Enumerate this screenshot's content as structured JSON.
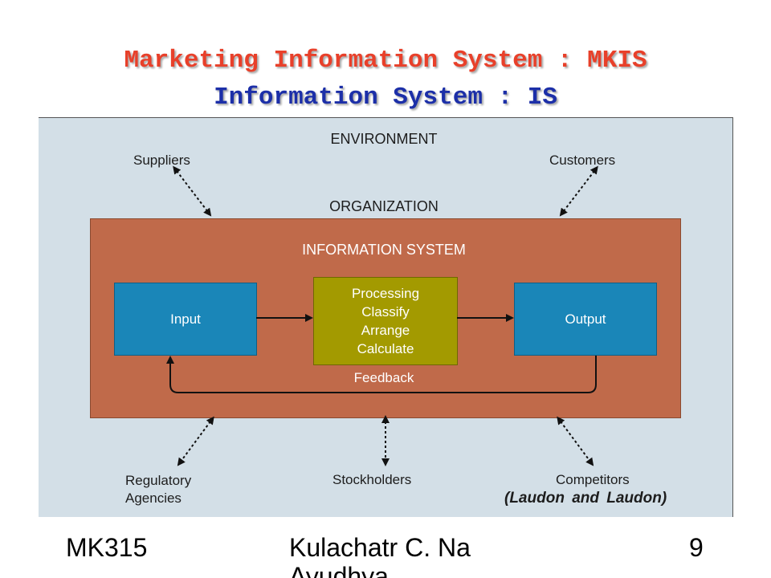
{
  "titles": {
    "line1": "Marketing Information System : MKIS",
    "line2": "Information System : IS"
  },
  "diagram": {
    "environment": "ENVIRONMENT",
    "organization": "ORGANIZATION",
    "information_system": "INFORMATION SYSTEM",
    "suppliers": "Suppliers",
    "customers": "Customers",
    "regulatory_line1": "Regulatory",
    "regulatory_line2": "Agencies",
    "stockholders": "Stockholders",
    "competitors": "Competitors",
    "input": "Input",
    "output": "Output",
    "processing": [
      "Processing",
      "Classify",
      "Arrange",
      "Calculate"
    ],
    "feedback": "Feedback",
    "citation": "(Laudon  and Laudon)"
  },
  "colors": {
    "title_red": "#e8402a",
    "title_blue": "#1c2fa8",
    "environment_bg": "#d3dfe7",
    "organization_bg": "#c06a4a",
    "io_box": "#1a86b8",
    "processing_box": "#a39a00"
  },
  "footer": {
    "course": "MK315",
    "author": "Kulachatr C. Na Ayudhya",
    "page": "9"
  }
}
